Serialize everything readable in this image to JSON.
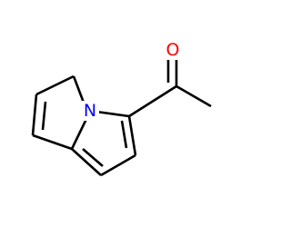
{
  "molecule": {
    "atoms": [
      {
        "id": "N",
        "label": "N",
        "color": "#0000ff"
      },
      {
        "id": "O",
        "label": "O",
        "color": "#ff0000"
      }
    ],
    "bond_color": "#000000",
    "background": "#ffffff"
  }
}
